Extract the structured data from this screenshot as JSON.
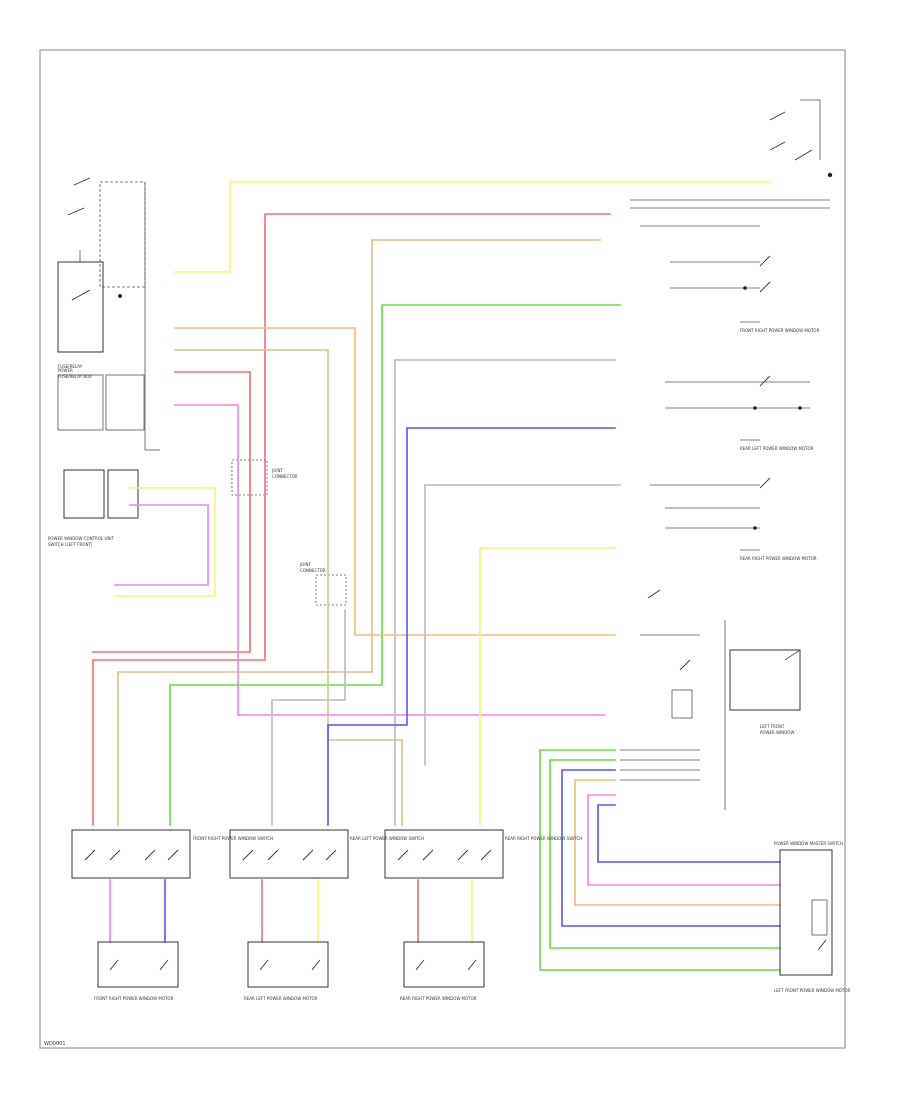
{
  "colors": {
    "yellow": "#f5f57a",
    "red": "#f07070",
    "orange": "#f7b87a",
    "tan": "#e0c080",
    "green": "#66dd44",
    "blue": "#5555ee",
    "pink": "#f080f0",
    "gray": "#bbbbbb",
    "border": "#888888"
  },
  "footer_code": "WD0001",
  "fuse_panel_label": "FUSE/RELAY BOX",
  "motor_labels": [
    "FRONT RIGHT POWER WINDOW MOTOR",
    "REAR LEFT POWER WINDOW MOTOR",
    "REAR RIGHT POWER WINDOW MOTOR"
  ],
  "switch_labels": [
    "FRONT RIGHT POWER WINDOW SWITCH",
    "REAR LEFT POWER WINDOW SWITCH",
    "REAR RIGHT POWER WINDOW SWITCH"
  ],
  "right_labels": [
    "FRONT RIGHT POWER WINDOW MOTOR",
    "REAR LEFT POWER WINDOW MOTOR",
    "REAR RIGHT POWER WINDOW MOTOR",
    "LEFT FRONT POWER WINDOW MOTOR"
  ],
  "master_switch_label": "POWER WINDOW MASTER SWITCH"
}
